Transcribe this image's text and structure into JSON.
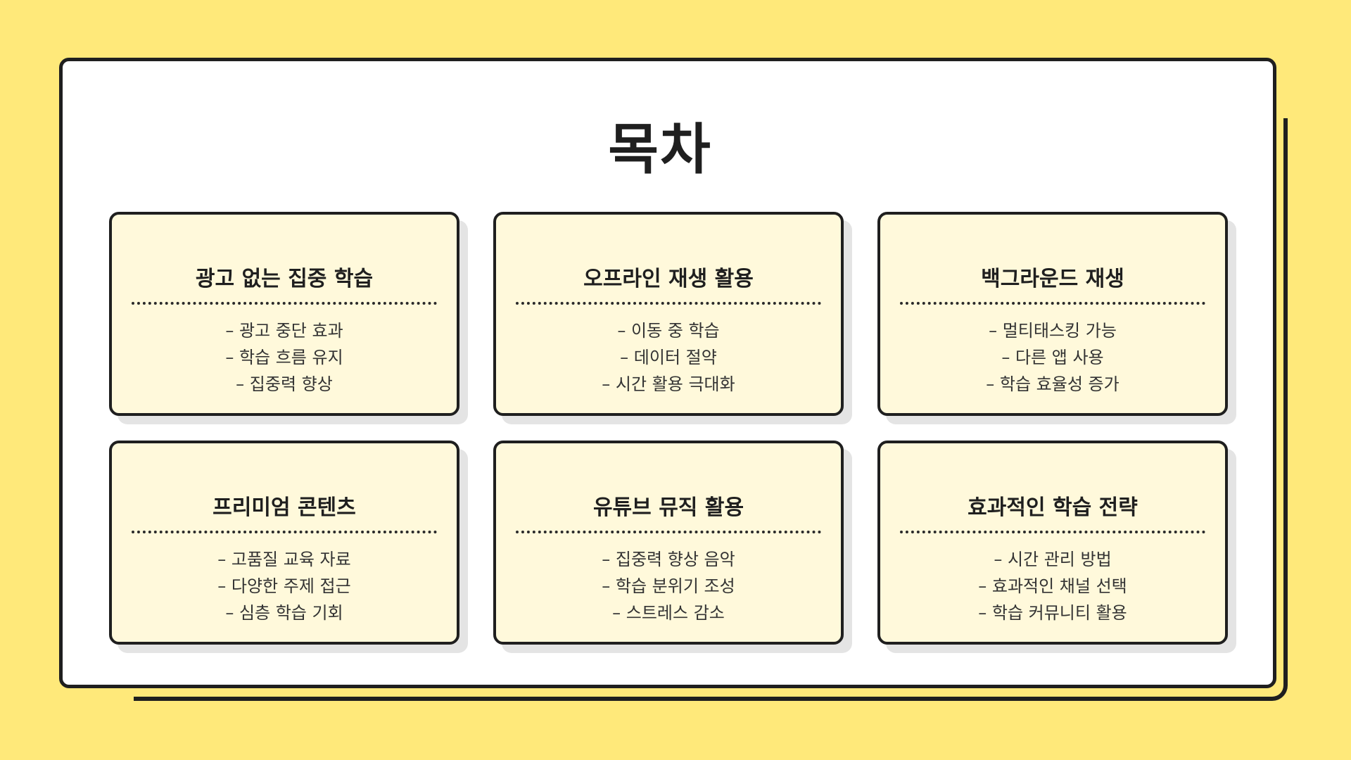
{
  "title": "목차",
  "cards": [
    {
      "title": "광고 없는 집중 학습",
      "items": [
        "– 광고 중단 효과",
        "– 학습 흐름 유지",
        "– 집중력 향상"
      ]
    },
    {
      "title": "오프라인 재생 활용",
      "items": [
        "– 이동 중 학습",
        "– 데이터 절약",
        "– 시간 활용 극대화"
      ]
    },
    {
      "title": "백그라운드 재생",
      "items": [
        "– 멀티태스킹 가능",
        "– 다른 앱 사용",
        "– 학습 효율성 증가"
      ]
    },
    {
      "title": "프리미엄 콘텐츠",
      "items": [
        "– 고품질 교육 자료",
        "– 다양한 주제 접근",
        "– 심층 학습 기회"
      ]
    },
    {
      "title": "유튜브 뮤직 활용",
      "items": [
        "– 집중력 향상 음악",
        "– 학습 분위기 조성",
        "– 스트레스 감소"
      ]
    },
    {
      "title": "효과적인 학습 전략",
      "items": [
        "– 시간 관리 방법",
        "– 효과적인 채널 선택",
        "– 학습 커뮤니티 활용"
      ]
    }
  ],
  "colors": {
    "background": "#FFE97A",
    "panel": "#FFFFFF",
    "card": "#FFF9DB",
    "border": "#1F1F1F",
    "shadow": "#E4E4E4"
  }
}
